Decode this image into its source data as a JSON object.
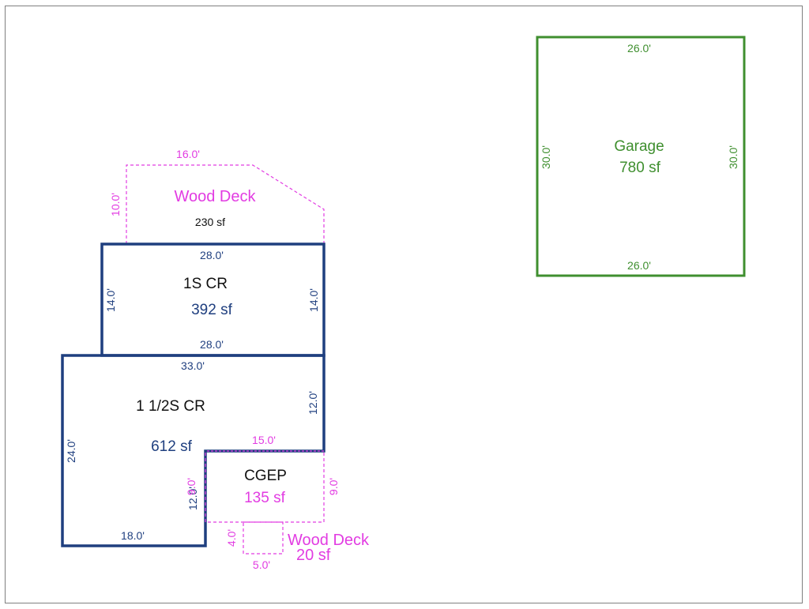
{
  "colors": {
    "frame": "#7f7f7f",
    "house": "#1f3f7f",
    "deck": "#e23ce2",
    "garage": "#3f8f2f",
    "black": "#111111"
  },
  "garage": {
    "name": "Garage",
    "area": "780 sf",
    "dim_top": "26.0'",
    "dim_bottom": "26.0'",
    "dim_left": "30.0'",
    "dim_right": "30.0'"
  },
  "wood_deck_top": {
    "name": "Wood Deck",
    "area": "230 sf",
    "dim_top": "16.0'",
    "dim_left": "10.0'"
  },
  "one_story": {
    "name": "1S CR",
    "area": "392 sf",
    "dim_top": "28.0'",
    "dim_bottom": "28.0'",
    "dim_left": "14.0'",
    "dim_right": "14.0'"
  },
  "one_half_story": {
    "name": "1 1/2S CR",
    "area": "612 sf",
    "dim_top": "33.0'",
    "dim_right": "12.0'",
    "dim_left": "24.0'",
    "dim_bottom": "18.0'",
    "dim_inner_left": "12.0'"
  },
  "cgep": {
    "name": "CGEP",
    "area": "135 sf",
    "dim_top": "15.0'",
    "dim_right": "9.0'",
    "dim_left": "9.0'"
  },
  "wood_deck_small": {
    "name": "Wood Deck",
    "area": "20 sf",
    "dim_left": "4.0'",
    "dim_bottom": "5.0'"
  }
}
